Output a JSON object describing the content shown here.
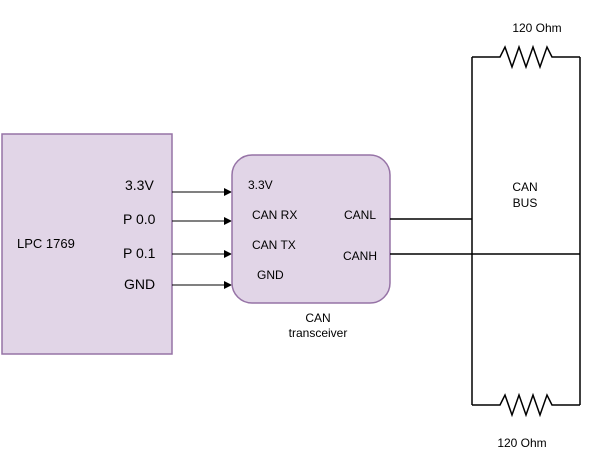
{
  "blocks": {
    "mcu": {
      "label": "LPC 1769",
      "fill": "#e1d5e7",
      "stroke": "#9673a6"
    },
    "transceiver": {
      "caption_line1": "CAN",
      "caption_line2": "transceiver",
      "fill": "#e1d5e7",
      "stroke": "#9673a6"
    }
  },
  "mcu_pins": [
    "3.3V",
    "P 0.0",
    "P 0.1",
    "GND"
  ],
  "transceiver_inputs": [
    "3.3V",
    "CAN RX",
    "CAN TX",
    "GND"
  ],
  "transceiver_outputs": [
    "CANL",
    "CANH"
  ],
  "bus": {
    "label_line1": "CAN",
    "label_line2": "BUS"
  },
  "resistors": {
    "top": "120 Ohm",
    "bottom": "120 Ohm"
  },
  "wire_color": "#000000"
}
